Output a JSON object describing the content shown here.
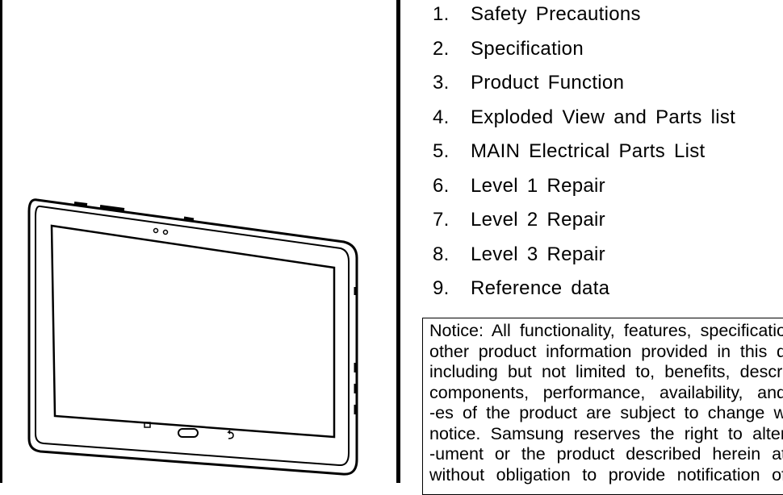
{
  "toc": [
    {
      "num": "1.",
      "label": "Safety Precautions"
    },
    {
      "num": "2.",
      "label": "Specification"
    },
    {
      "num": "3.",
      "label": "Product Function"
    },
    {
      "num": "4.",
      "label": "Exploded View and Parts list"
    },
    {
      "num": "5.",
      "label": "MAIN Electrical Parts List"
    },
    {
      "num": "6.",
      "label": "Level 1 Repair"
    },
    {
      "num": "7.",
      "label": "Level 2 Repair"
    },
    {
      "num": "8.",
      "label": "Level 3 Repair"
    },
    {
      "num": "9.",
      "label": "Reference data"
    }
  ],
  "notice_lines": [
    "Notice: All functionality, features, specificatio",
    "other product information provided in this d",
    "including but not limited to, benefits, descri",
    "components, performance, availability, and",
    "-es of the product are subject to change w",
    "notice. Samsung reserves the right to alter",
    "-ument or the product described herein at",
    "without obligation to provide notification of"
  ]
}
